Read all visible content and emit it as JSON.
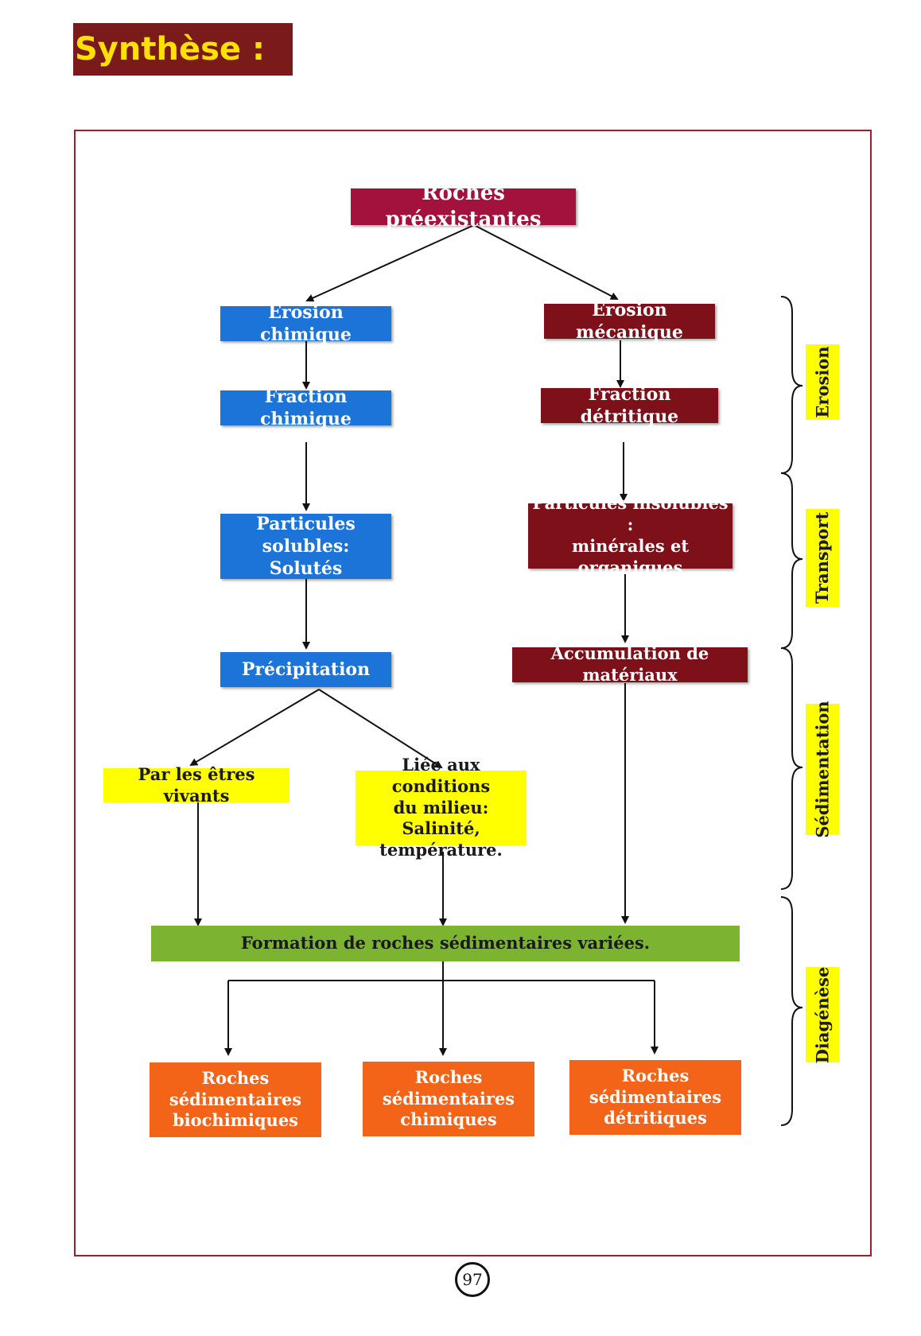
{
  "header": {
    "title": "Synthèse :"
  },
  "diagram": {
    "source": "Roches préexistantes",
    "chemical_branch": {
      "erosion": "Erosion chimique",
      "fraction": "Fraction chimique",
      "particles": "Particules solubles:\nSolutés",
      "precipitation": "Précipitation",
      "biological": "Par les êtres vivants",
      "conditions": "Liée aux conditions\ndu milieu: Salinité,\ntempérature."
    },
    "mechanical_branch": {
      "erosion": "Erosion mécanique",
      "fraction": "Fraction détritique",
      "particles": "Particules insolubles :\nminérales et organiques",
      "accumulation": "Accumulation de matériaux"
    },
    "formation": "Formation de roches sédimentaires variées.",
    "products": [
      "Roches\nsédimentaires\nbiochimiques",
      "Roches\nsédimentaires\nchimiques",
      "Roches\nsédimentaires\ndétritiques"
    ],
    "stages": [
      "Erosion",
      "Transport",
      "Sédimentation",
      "Diagénèse"
    ]
  },
  "footer": {
    "page_number": "97"
  },
  "colors": {
    "title_bg": "#7b1a1a",
    "title_text": "#ffe100",
    "blue": "#1d74d8",
    "maroon": "#7d1018",
    "crimson": "#a3113d",
    "yellow": "#ffff00",
    "green": "#7cb431",
    "orange": "#f46418",
    "frame": "#a01d2c"
  }
}
